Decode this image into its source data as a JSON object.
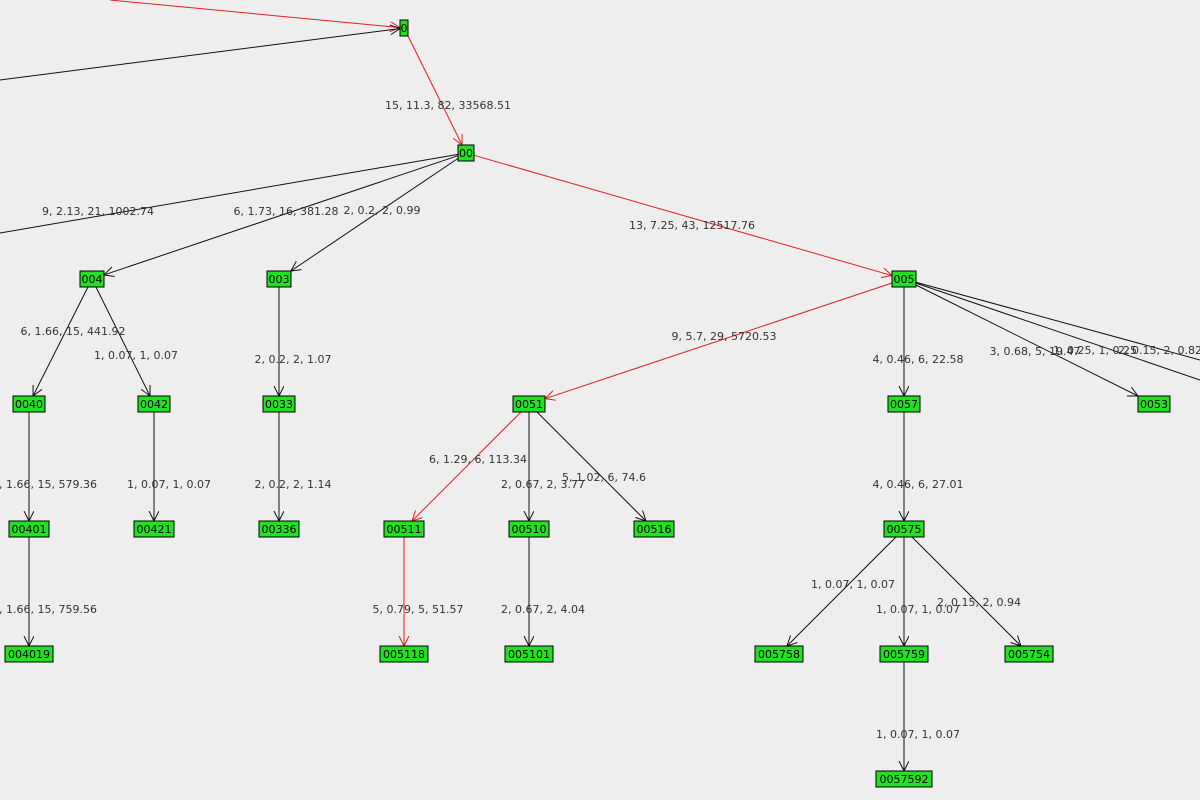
{
  "colors": {
    "background": "#eeeeee",
    "node_fill": "#22e022",
    "node_border": "#000000",
    "edge_default": "#111111",
    "edge_highlight": "#e02020",
    "label_text": "#333333"
  },
  "nodes": [
    {
      "id": "0",
      "label": "0"
    },
    {
      "id": "00",
      "label": "00"
    },
    {
      "id": "004",
      "label": "004"
    },
    {
      "id": "003",
      "label": "003"
    },
    {
      "id": "005",
      "label": "005"
    },
    {
      "id": "0040",
      "label": "0040"
    },
    {
      "id": "0042",
      "label": "0042"
    },
    {
      "id": "0033",
      "label": "0033"
    },
    {
      "id": "0051",
      "label": "0051"
    },
    {
      "id": "0057",
      "label": "0057"
    },
    {
      "id": "0053",
      "label": "0053"
    },
    {
      "id": "00401",
      "label": "00401"
    },
    {
      "id": "00421",
      "label": "00421"
    },
    {
      "id": "00336",
      "label": "00336"
    },
    {
      "id": "00511",
      "label": "00511"
    },
    {
      "id": "00510",
      "label": "00510"
    },
    {
      "id": "00516",
      "label": "00516"
    },
    {
      "id": "00575",
      "label": "00575"
    },
    {
      "id": "004019",
      "label": "004019"
    },
    {
      "id": "005118",
      "label": "005118"
    },
    {
      "id": "005101",
      "label": "005101"
    },
    {
      "id": "005758",
      "label": "005758"
    },
    {
      "id": "005759",
      "label": "005759"
    },
    {
      "id": "005754",
      "label": "005754"
    },
    {
      "id": "0057592",
      "label": "0057592"
    }
  ],
  "edges": [
    {
      "from": "offscreen-a",
      "to": "0",
      "label": "",
      "highlight": true
    },
    {
      "from": "offscreen-b",
      "to": "0",
      "label": "",
      "highlight": false
    },
    {
      "from": "0",
      "to": "00",
      "label": "15, 11.3, 82, 33568.51",
      "highlight": true
    },
    {
      "from": "00",
      "to": "offscreen-c",
      "label": "9, 2.13, 21, 1002.74",
      "highlight": false
    },
    {
      "from": "00",
      "to": "004",
      "label": "6, 1.73, 16, 381.28",
      "highlight": false
    },
    {
      "from": "00",
      "to": "003",
      "label": "2, 0.2, 2, 0.99",
      "highlight": false
    },
    {
      "from": "00",
      "to": "005",
      "label": "13, 7.25, 43, 12517.76",
      "highlight": true
    },
    {
      "from": "004",
      "to": "0040",
      "label": "6, 1.66, 15, 441.92",
      "highlight": false
    },
    {
      "from": "004",
      "to": "0042",
      "label": "1, 0.07, 1, 0.07",
      "highlight": false
    },
    {
      "from": "003",
      "to": "0033",
      "label": "2, 0.2, 2, 1.07",
      "highlight": false
    },
    {
      "from": "005",
      "to": "0051",
      "label": "9, 5.7, 29, 5720.53",
      "highlight": true
    },
    {
      "from": "005",
      "to": "0057",
      "label": "4, 0.46, 6, 22.58",
      "highlight": false
    },
    {
      "from": "005",
      "to": "0053",
      "label": "3, 0.68, 5, 19.47",
      "highlight": false
    },
    {
      "from": "005",
      "to": "offscreen-d",
      "label": "1, 0.25, 1, 0.25",
      "highlight": false
    },
    {
      "from": "005",
      "to": "offscreen-e",
      "label": "2, 0.15, 2, 0.82",
      "highlight": false
    },
    {
      "from": "0040",
      "to": "00401",
      "label": ", 1.66, 15, 579.36",
      "highlight": false
    },
    {
      "from": "0042",
      "to": "00421",
      "label": "1, 0.07, 1, 0.07",
      "highlight": false
    },
    {
      "from": "0033",
      "to": "00336",
      "label": "2, 0.2, 2, 1.14",
      "highlight": false
    },
    {
      "from": "0051",
      "to": "00511",
      "label": "6, 1.29, 6, 113.34",
      "highlight": true
    },
    {
      "from": "0051",
      "to": "00510",
      "label": "2, 0.67, 2, 3.77",
      "highlight": false
    },
    {
      "from": "0051",
      "to": "00516",
      "label": "5, 1.02, 6, 74.6",
      "highlight": false
    },
    {
      "from": "0057",
      "to": "00575",
      "label": "4, 0.46, 6, 27.01",
      "highlight": false
    },
    {
      "from": "00401",
      "to": "004019",
      "label": ", 1.66, 15, 759.56",
      "highlight": false
    },
    {
      "from": "00511",
      "to": "005118",
      "label": "5, 0.79, 5, 51.57",
      "highlight": true
    },
    {
      "from": "00510",
      "to": "005101",
      "label": "2, 0.67, 2, 4.04",
      "highlight": false
    },
    {
      "from": "00575",
      "to": "005758",
      "label": "1, 0.07, 1, 0.07",
      "highlight": false
    },
    {
      "from": "00575",
      "to": "005759",
      "label": "1, 0.07, 1, 0.07",
      "highlight": false
    },
    {
      "from": "00575",
      "to": "005754",
      "label": "2, 0.15, 2, 0.94",
      "highlight": false
    },
    {
      "from": "005759",
      "to": "0057592",
      "label": "1, 0.07, 1, 0.07",
      "highlight": false
    }
  ]
}
